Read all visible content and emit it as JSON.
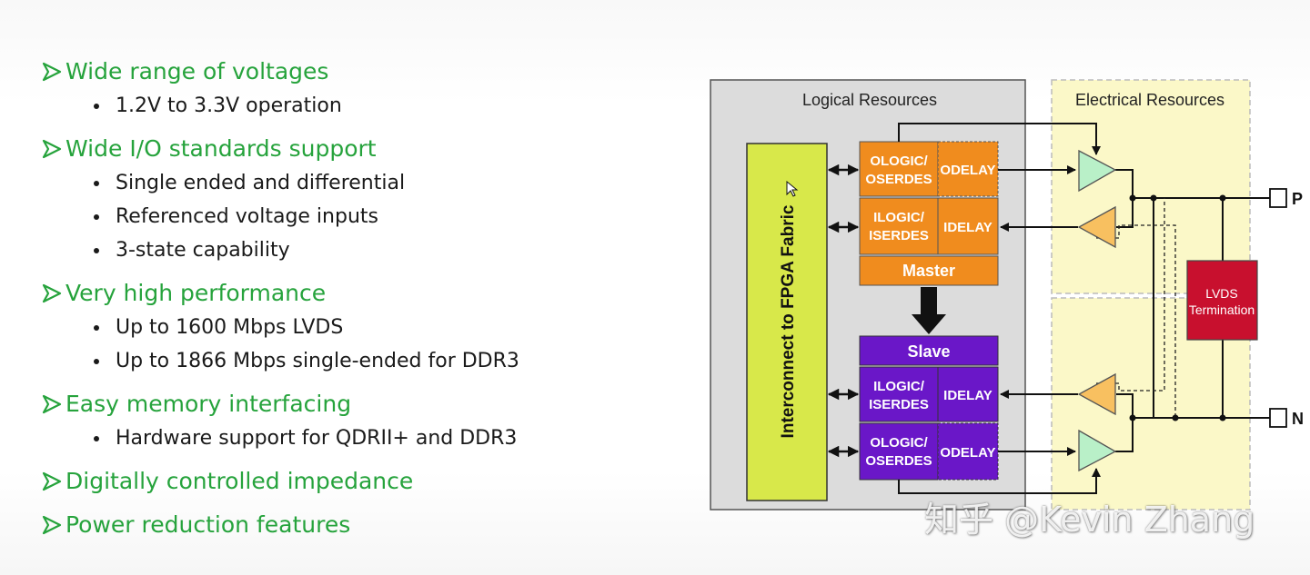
{
  "bullets": [
    {
      "text": "Wide range of voltages",
      "subs": [
        "1.2V to 3.3V operation"
      ]
    },
    {
      "text": "Wide I/O standards support",
      "subs": [
        "Single ended and differential",
        "Referenced voltage inputs",
        "3-state capability"
      ]
    },
    {
      "text": "Very high performance",
      "subs": [
        "Up to 1600 Mbps LVDS",
        "Up to 1866 Mbps single-ended for DDR3"
      ]
    },
    {
      "text": "Easy memory interfacing",
      "subs": [
        "Hardware support for QDRII+ and DDR3"
      ]
    },
    {
      "text": "Digitally controlled impedance",
      "subs": []
    },
    {
      "text": "Power reduction features",
      "subs": []
    }
  ],
  "diagram": {
    "logical_title": "Logical Resources",
    "electrical_title": "Electrical Resources",
    "fabric_label": "Interconnect to FPGA Fabric",
    "master": {
      "ologic": [
        "OLOGIC/",
        "OSERDES"
      ],
      "odelay": "ODELAY",
      "ilogic": [
        "ILOGIC/",
        "ISERDES"
      ],
      "idelay": "IDELAY",
      "label": "Master"
    },
    "slave": {
      "label": "Slave",
      "ilogic": [
        "ILOGIC/",
        "ISERDES"
      ],
      "idelay": "IDELAY",
      "ologic": [
        "OLOGIC/",
        "OSERDES"
      ],
      "odelay": "ODELAY"
    },
    "lvds": [
      "LVDS",
      "Termination"
    ],
    "pad_p": "P",
    "pad_n": "N",
    "colors": {
      "master": "#f08c1e",
      "slave": "#6a17c8",
      "fabric": "#d8e84a",
      "lvds": "#c8102e",
      "buffer_out": "#b9f0c8",
      "buffer_in": "#f8c060",
      "electrical_bg": "#fbf8c8"
    }
  },
  "watermark": "知乎 @Kevin Zhang"
}
